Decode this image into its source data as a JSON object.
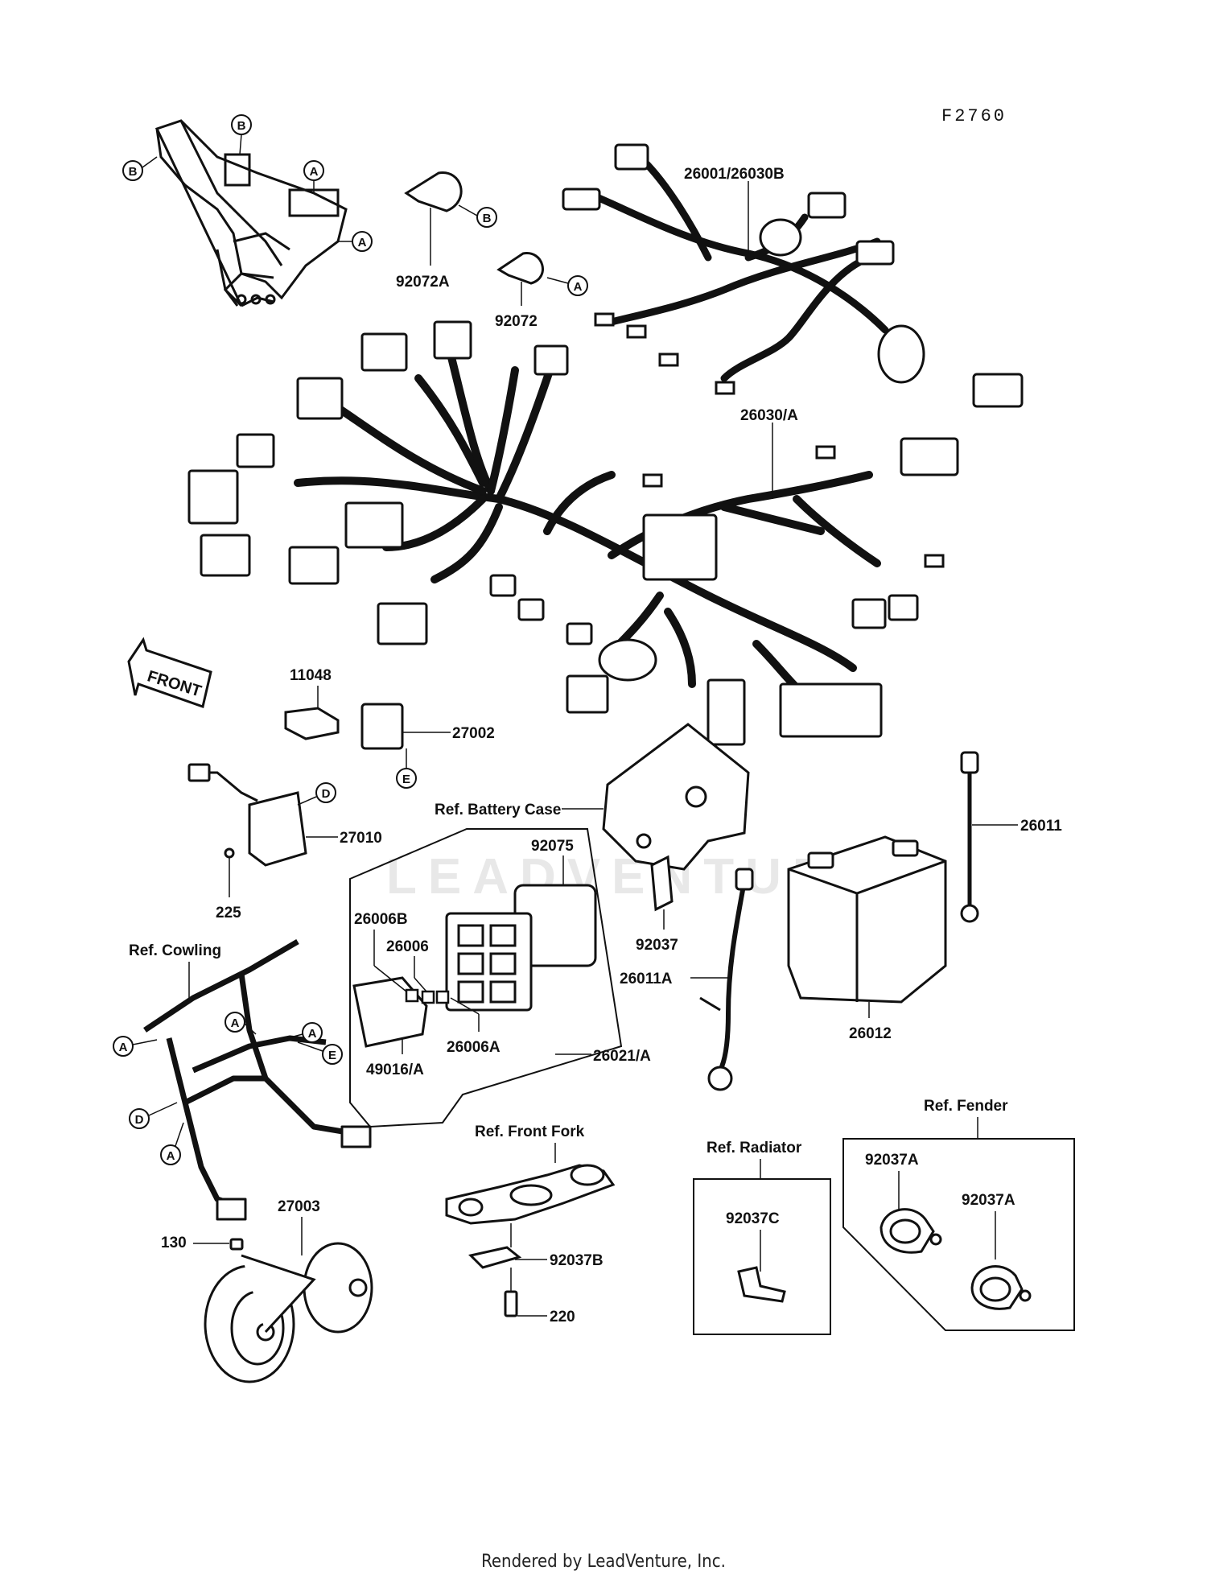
{
  "diagram": {
    "code": "F2760",
    "front_label": "FRONT",
    "watermark": "LEADVENTURE",
    "part_numbers": {
      "p26001": "26001/26030B",
      "p92072a": "92072A",
      "p92072": "92072",
      "p26030a": "26030/A",
      "p11048": "11048",
      "p27002": "27002",
      "p27010": "27010",
      "p225": "225",
      "p92075": "92075",
      "p26006b": "26006B",
      "p26006": "26006",
      "p26006a": "26006A",
      "p49016a": "49016/A",
      "p26021a": "26021/A",
      "p92037": "92037",
      "p26011a": "26011A",
      "p26011": "26011",
      "p26012": "26012",
      "p27003": "27003",
      "p130": "130",
      "p92037b": "92037B",
      "p220": "220",
      "p92037c": "92037C",
      "p92037a_1": "92037A",
      "p92037a_2": "92037A"
    },
    "references": {
      "battery_case": "Ref. Battery Case",
      "cowling": "Ref. Cowling",
      "front_fork": "Ref. Front Fork",
      "radiator": "Ref. Radiator",
      "fender": "Ref. Fender"
    },
    "callout_letters": {
      "a": "A",
      "b": "B",
      "d": "D",
      "e": "E"
    }
  },
  "footer": {
    "text": "Rendered by LeadVenture, Inc."
  }
}
